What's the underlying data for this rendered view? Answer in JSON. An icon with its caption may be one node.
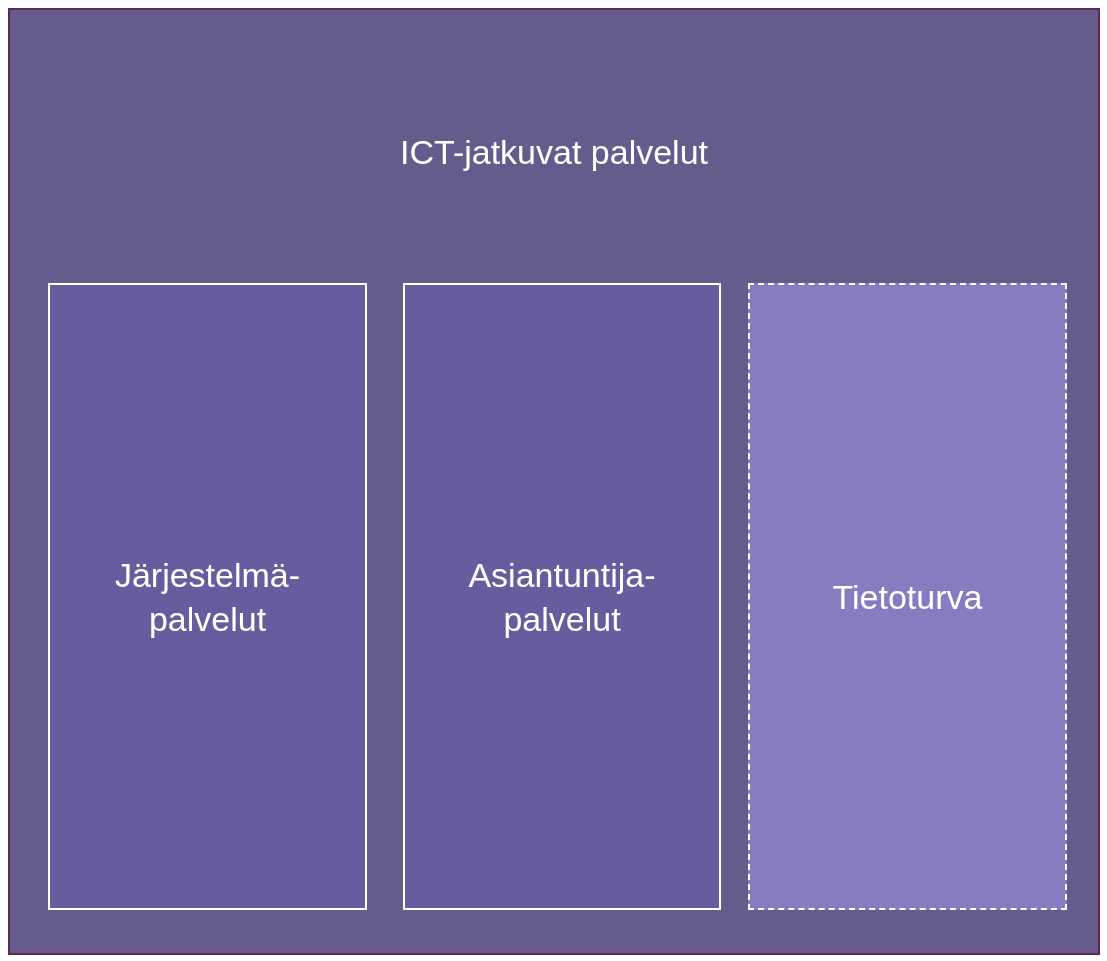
{
  "diagram": {
    "nodes": [
      {
        "text": [
          "ICT-jatkuvat palvelut"
        ]
      },
      {
        "text": [
          "Järjestelmä- palvelut"
        ],
        "in": 0
      },
      {
        "text": [
          "Asiantuntija- palvelut"
        ],
        "in": 0
      },
      {
        "text": [
          "Tietoturva"
        ],
        "in": 0
      }
    ]
  }
}
